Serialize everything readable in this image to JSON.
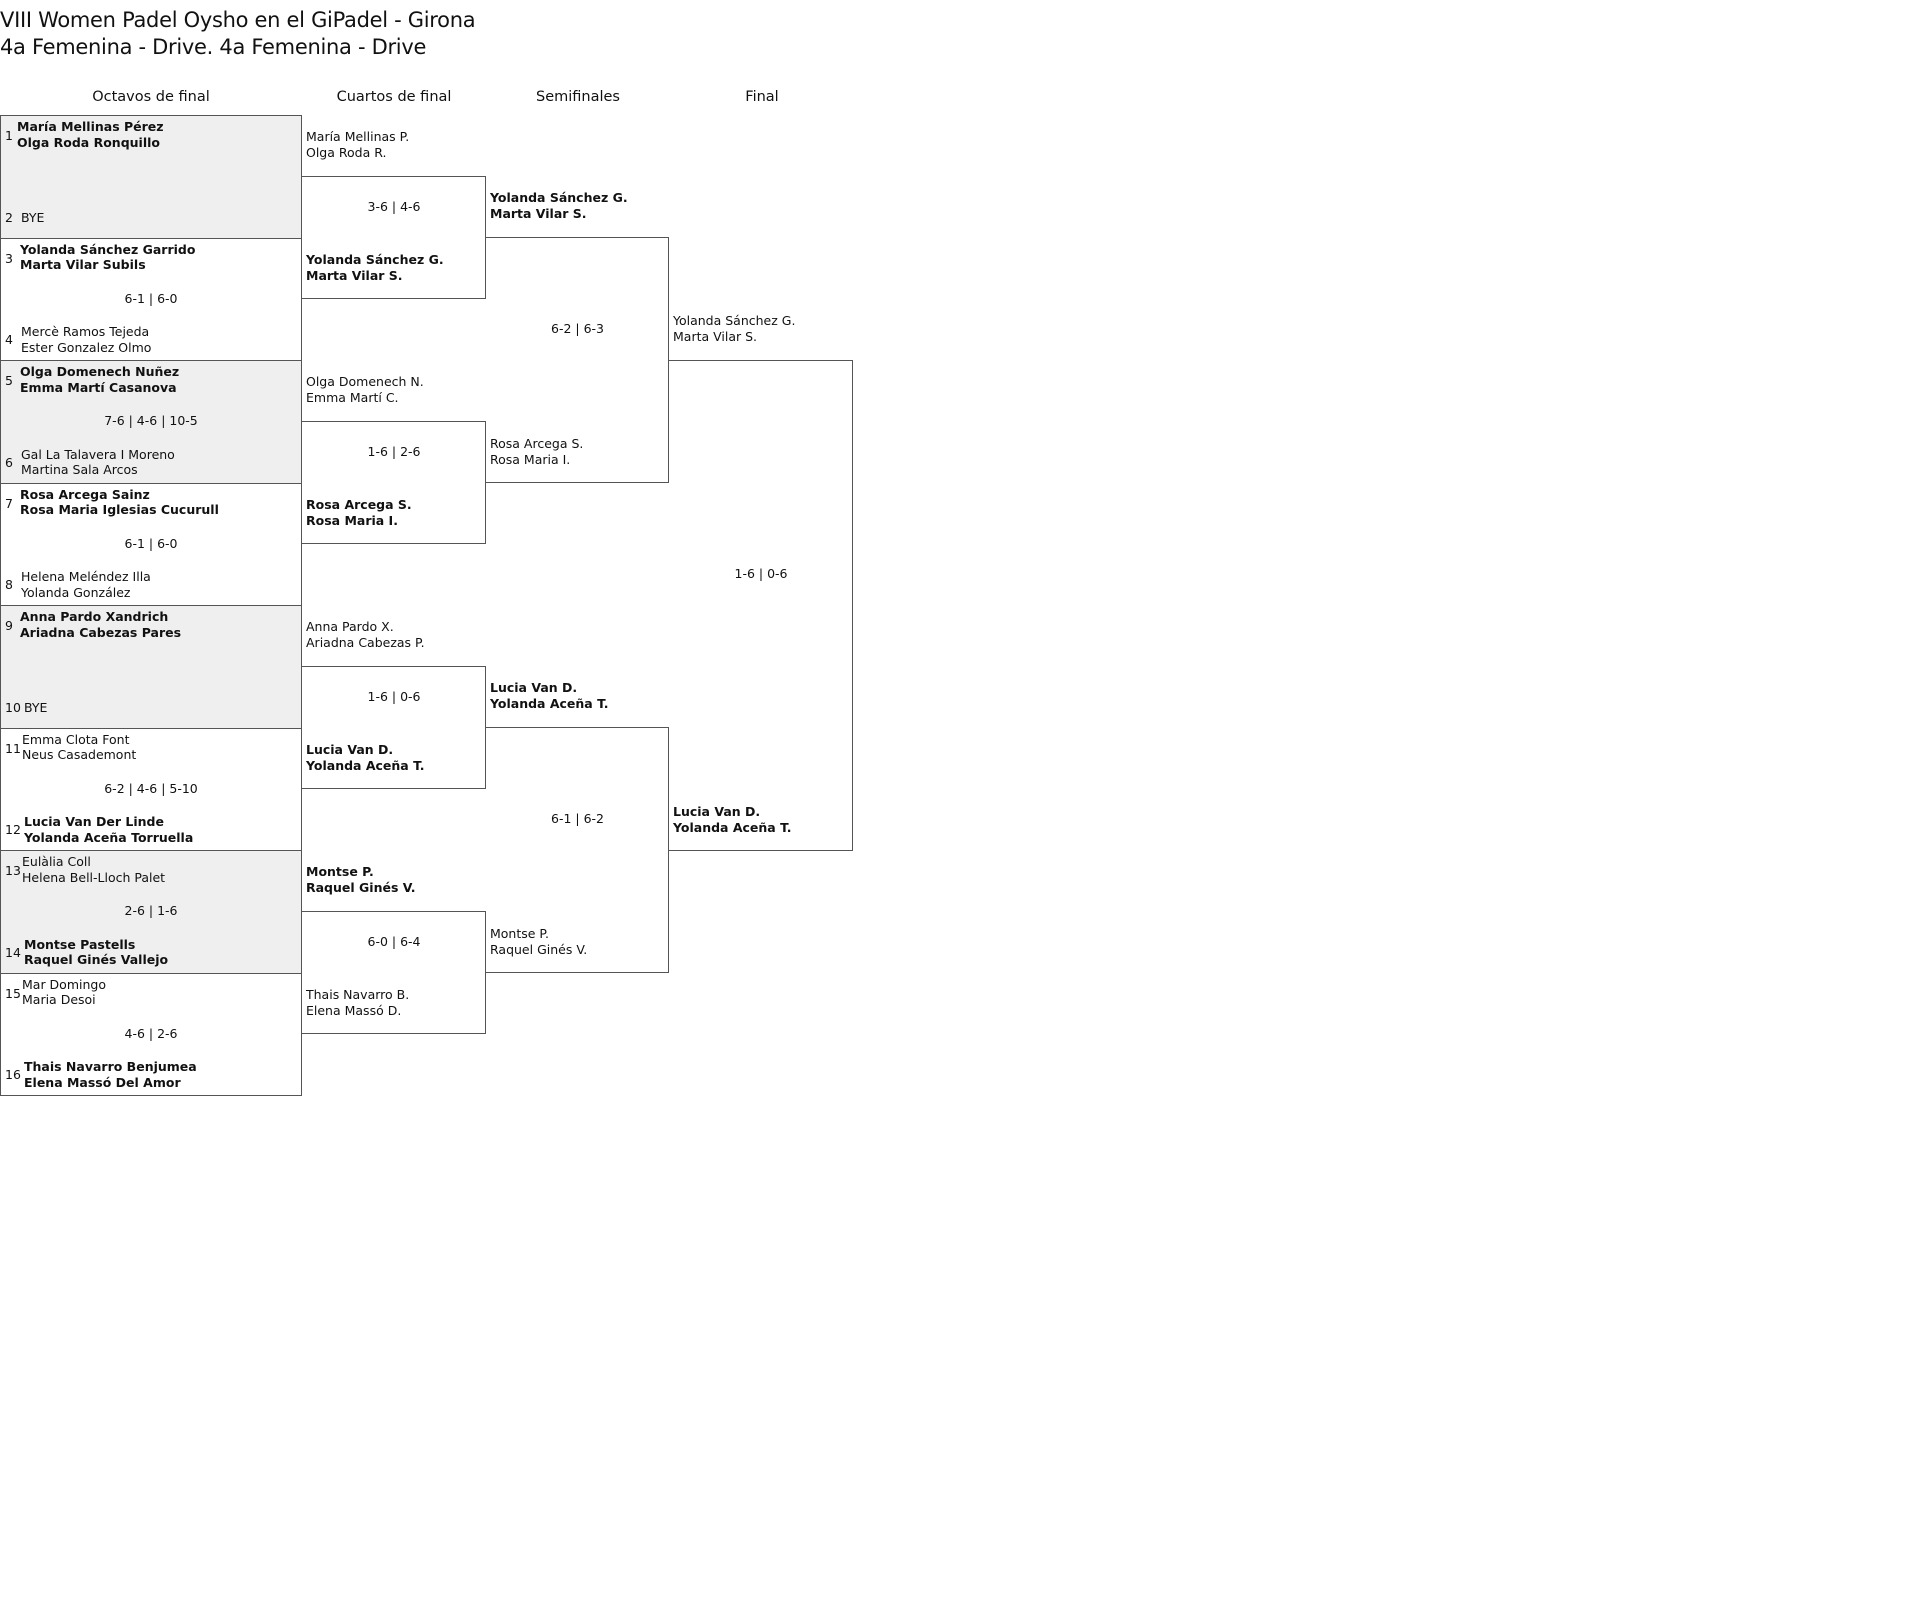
{
  "header": {
    "title": "VIII Women Padel Oysho en el GiPadel - Girona",
    "subtitle": "4a Femenina - Drive. 4a Femenina - Drive"
  },
  "rounds": [
    "Octavos de final",
    "Cuartos de final",
    "Semifinales",
    "Final"
  ],
  "round1": [
    {
      "score": "",
      "teams": [
        {
          "seed": "1",
          "names": [
            "María Mellinas Pérez",
            "Olga Roda Ronquillo"
          ],
          "winner": true
        },
        {
          "seed": "2",
          "names": [
            "BYE"
          ],
          "winner": false
        }
      ]
    },
    {
      "score": "6-1 | 6-0",
      "teams": [
        {
          "seed": "3",
          "names": [
            "Yolanda Sánchez Garrido",
            "Marta Vilar Subils"
          ],
          "winner": true
        },
        {
          "seed": "4",
          "names": [
            "Mercè Ramos Tejeda",
            "Ester Gonzalez Olmo"
          ],
          "winner": false
        }
      ]
    },
    {
      "score": "7-6 | 4-6 | 10-5",
      "teams": [
        {
          "seed": "5",
          "names": [
            "Olga Domenech Nuñez",
            "Emma Martí Casanova"
          ],
          "winner": true
        },
        {
          "seed": "6",
          "names": [
            "Gal La Talavera I Moreno",
            "Martina Sala Arcos"
          ],
          "winner": false
        }
      ]
    },
    {
      "score": "6-1 | 6-0",
      "teams": [
        {
          "seed": "7",
          "names": [
            "Rosa Arcega Sainz",
            "Rosa Maria Iglesias Cucurull"
          ],
          "winner": true
        },
        {
          "seed": "8",
          "names": [
            "Helena Meléndez Illa",
            "Yolanda González"
          ],
          "winner": false
        }
      ]
    },
    {
      "score": "",
      "teams": [
        {
          "seed": "9",
          "names": [
            "Anna Pardo Xandrich",
            "Ariadna Cabezas Pares"
          ],
          "winner": true
        },
        {
          "seed": "10",
          "names": [
            "BYE"
          ],
          "winner": false
        }
      ]
    },
    {
      "score": "6-2 | 4-6 | 5-10",
      "teams": [
        {
          "seed": "11",
          "names": [
            "Emma Clota Font",
            "Neus Casademont"
          ],
          "winner": false
        },
        {
          "seed": "12",
          "names": [
            "Lucia Van Der Linde",
            "Yolanda Aceña Torruella"
          ],
          "winner": true
        }
      ]
    },
    {
      "score": "2-6 | 1-6",
      "teams": [
        {
          "seed": "13",
          "names": [
            "Eulàlia Coll",
            "Helena Bell-Lloch Palet"
          ],
          "winner": false
        },
        {
          "seed": "14",
          "names": [
            "Montse Pastells",
            "Raquel Ginés Vallejo"
          ],
          "winner": true
        }
      ]
    },
    {
      "score": "4-6 | 2-6",
      "teams": [
        {
          "seed": "15",
          "names": [
            "Mar Domingo",
            "Maria Desoi"
          ],
          "winner": false
        },
        {
          "seed": "16",
          "names": [
            "Thais Navarro Benjumea",
            "Elena Massó Del Amor"
          ],
          "winner": true
        }
      ]
    }
  ],
  "quarterfinals": [
    {
      "score": "3-6 | 4-6",
      "teams": [
        {
          "names": [
            "María Mellinas P.",
            "Olga Roda R."
          ],
          "winner": false
        },
        {
          "names": [
            "Yolanda Sánchez G.",
            "Marta Vilar S."
          ],
          "winner": true
        }
      ]
    },
    {
      "score": "1-6 | 2-6",
      "teams": [
        {
          "names": [
            "Olga Domenech N.",
            "Emma Martí C."
          ],
          "winner": false
        },
        {
          "names": [
            "Rosa Arcega S.",
            "Rosa Maria I."
          ],
          "winner": true
        }
      ]
    },
    {
      "score": "1-6 | 0-6",
      "teams": [
        {
          "names": [
            "Anna Pardo X.",
            "Ariadna Cabezas P."
          ],
          "winner": false
        },
        {
          "names": [
            "Lucia Van D.",
            "Yolanda Aceña T."
          ],
          "winner": true
        }
      ]
    },
    {
      "score": "6-0 | 6-4",
      "teams": [
        {
          "names": [
            "Montse P.",
            "Raquel Ginés V."
          ],
          "winner": true
        },
        {
          "names": [
            "Thais Navarro B.",
            "Elena Massó D."
          ],
          "winner": false
        }
      ]
    }
  ],
  "semifinals": [
    {
      "score": "6-2 | 6-3",
      "teams": [
        {
          "names": [
            "Yolanda Sánchez G.",
            "Marta Vilar S."
          ],
          "winner": true
        },
        {
          "names": [
            "Rosa Arcega S.",
            "Rosa Maria I."
          ],
          "winner": false
        }
      ]
    },
    {
      "score": "6-1 | 6-2",
      "teams": [
        {
          "names": [
            "Lucia Van D.",
            "Yolanda Aceña T."
          ],
          "winner": true
        },
        {
          "names": [
            "Montse P.",
            "Raquel Ginés V."
          ],
          "winner": false
        }
      ]
    }
  ],
  "final": [
    {
      "score": "1-6 | 0-6",
      "teams": [
        {
          "names": [
            "Yolanda Sánchez G.",
            "Marta Vilar S."
          ],
          "winner": false
        },
        {
          "names": [
            "Lucia Van D.",
            "Yolanda Aceña T."
          ],
          "winner": true
        }
      ]
    }
  ]
}
